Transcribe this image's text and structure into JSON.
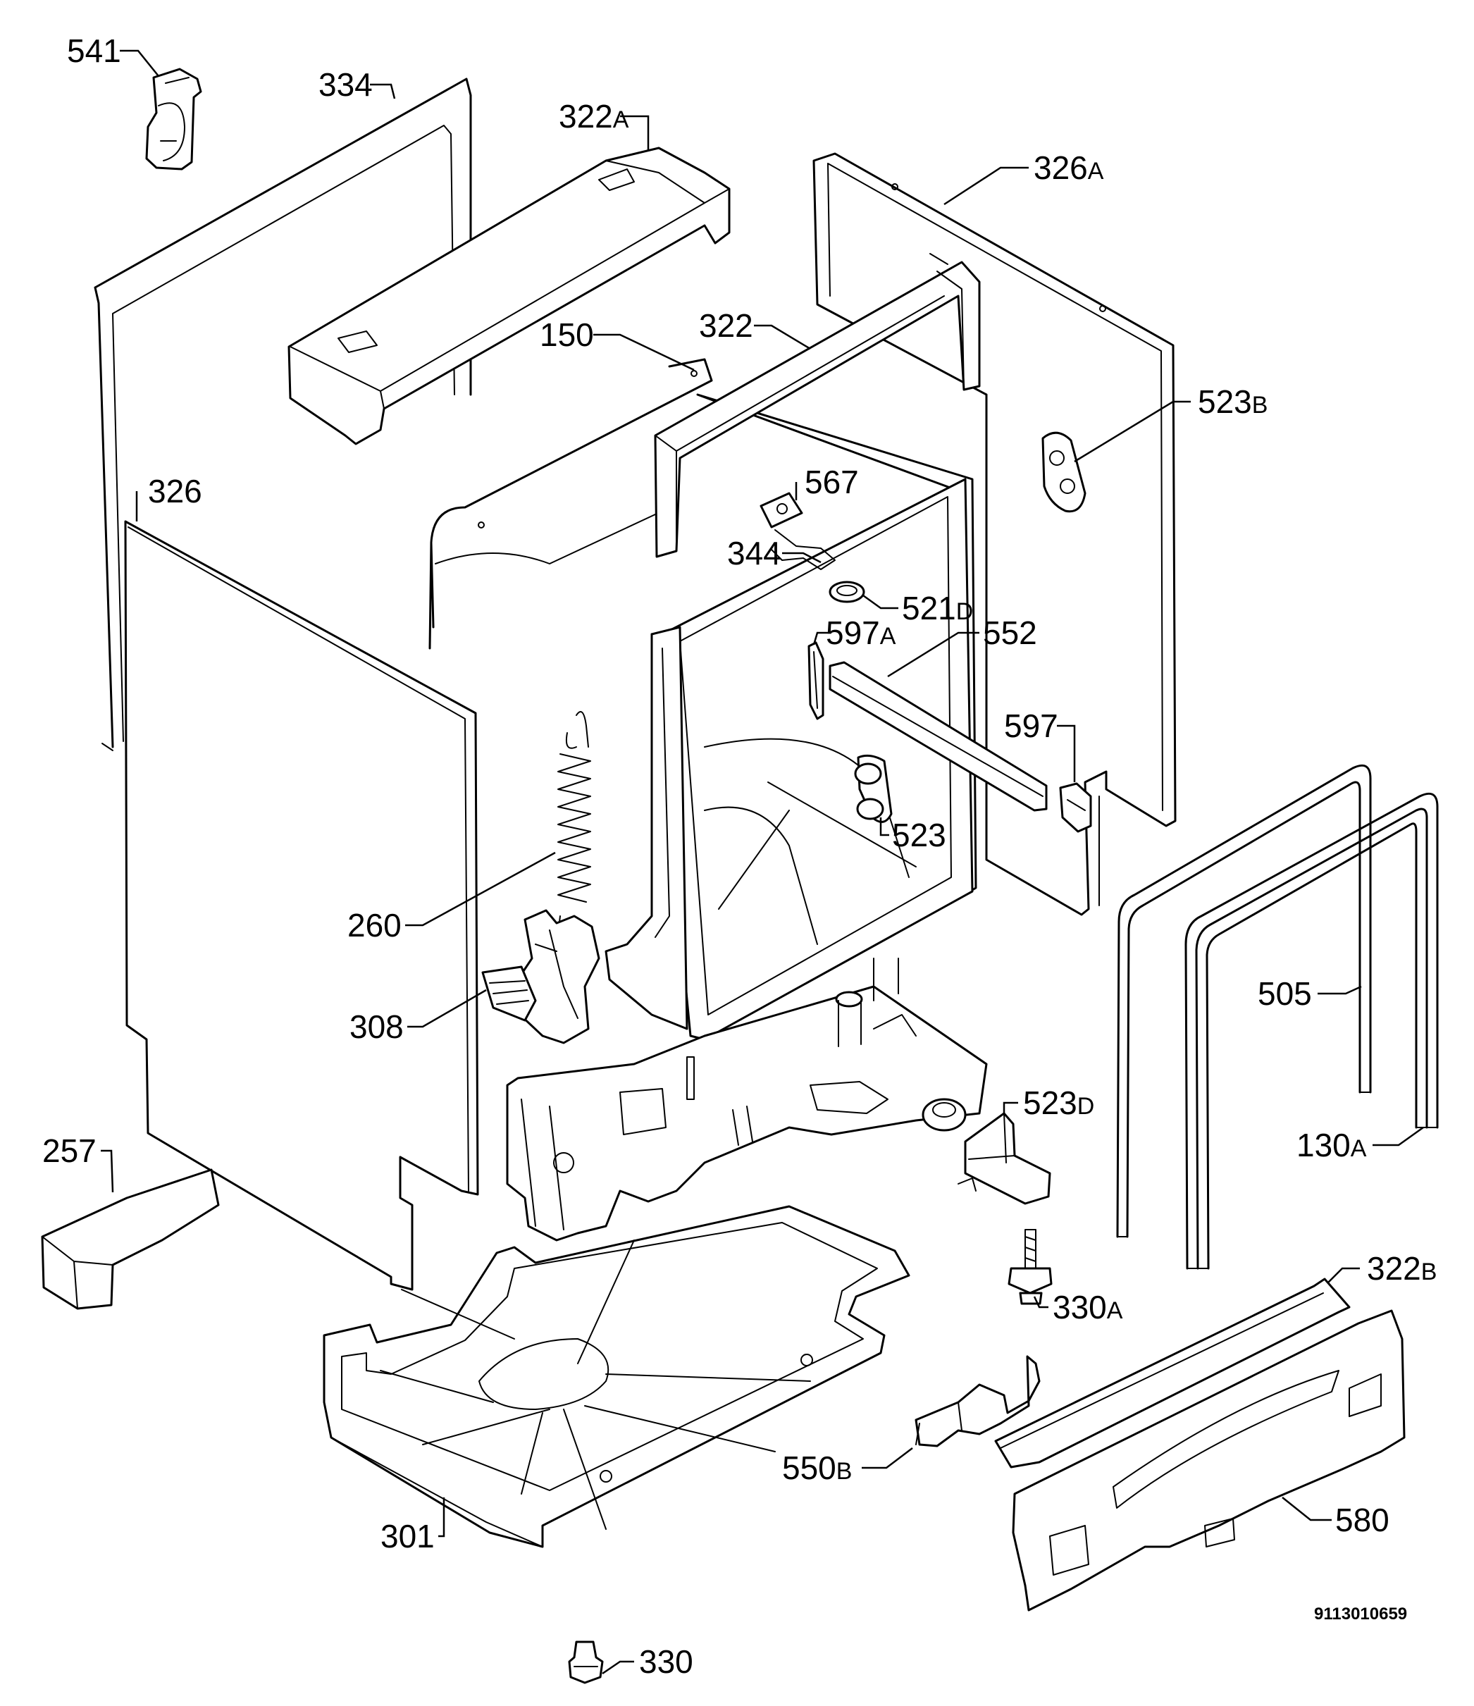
{
  "diagram": {
    "document_number": "9113010659",
    "callouts": [
      {
        "id": "541",
        "number": "541",
        "suffix": ""
      },
      {
        "id": "334",
        "number": "334",
        "suffix": ""
      },
      {
        "id": "322a",
        "number": "322",
        "suffix": "A"
      },
      {
        "id": "326a",
        "number": "326",
        "suffix": "A"
      },
      {
        "id": "150",
        "number": "150",
        "suffix": ""
      },
      {
        "id": "322",
        "number": "322",
        "suffix": ""
      },
      {
        "id": "523b",
        "number": "523",
        "suffix": "B"
      },
      {
        "id": "326",
        "number": "326",
        "suffix": ""
      },
      {
        "id": "567",
        "number": "567",
        "suffix": ""
      },
      {
        "id": "344",
        "number": "344",
        "suffix": ""
      },
      {
        "id": "521d",
        "number": "521",
        "suffix": "D"
      },
      {
        "id": "597a",
        "number": "597",
        "suffix": "A"
      },
      {
        "id": "552",
        "number": "552",
        "suffix": ""
      },
      {
        "id": "597",
        "number": "597",
        "suffix": ""
      },
      {
        "id": "523",
        "number": "523",
        "suffix": ""
      },
      {
        "id": "260",
        "number": "260",
        "suffix": ""
      },
      {
        "id": "308",
        "number": "308",
        "suffix": ""
      },
      {
        "id": "505",
        "number": "505",
        "suffix": ""
      },
      {
        "id": "523d",
        "number": "523",
        "suffix": "D"
      },
      {
        "id": "130a",
        "number": "130",
        "suffix": "A"
      },
      {
        "id": "257",
        "number": "257",
        "suffix": ""
      },
      {
        "id": "330a",
        "number": "330",
        "suffix": "A"
      },
      {
        "id": "322b",
        "number": "322",
        "suffix": "B"
      },
      {
        "id": "550b",
        "number": "550",
        "suffix": "B"
      },
      {
        "id": "580",
        "number": "580",
        "suffix": ""
      },
      {
        "id": "301",
        "number": "301",
        "suffix": ""
      },
      {
        "id": "330",
        "number": "330",
        "suffix": ""
      }
    ]
  }
}
